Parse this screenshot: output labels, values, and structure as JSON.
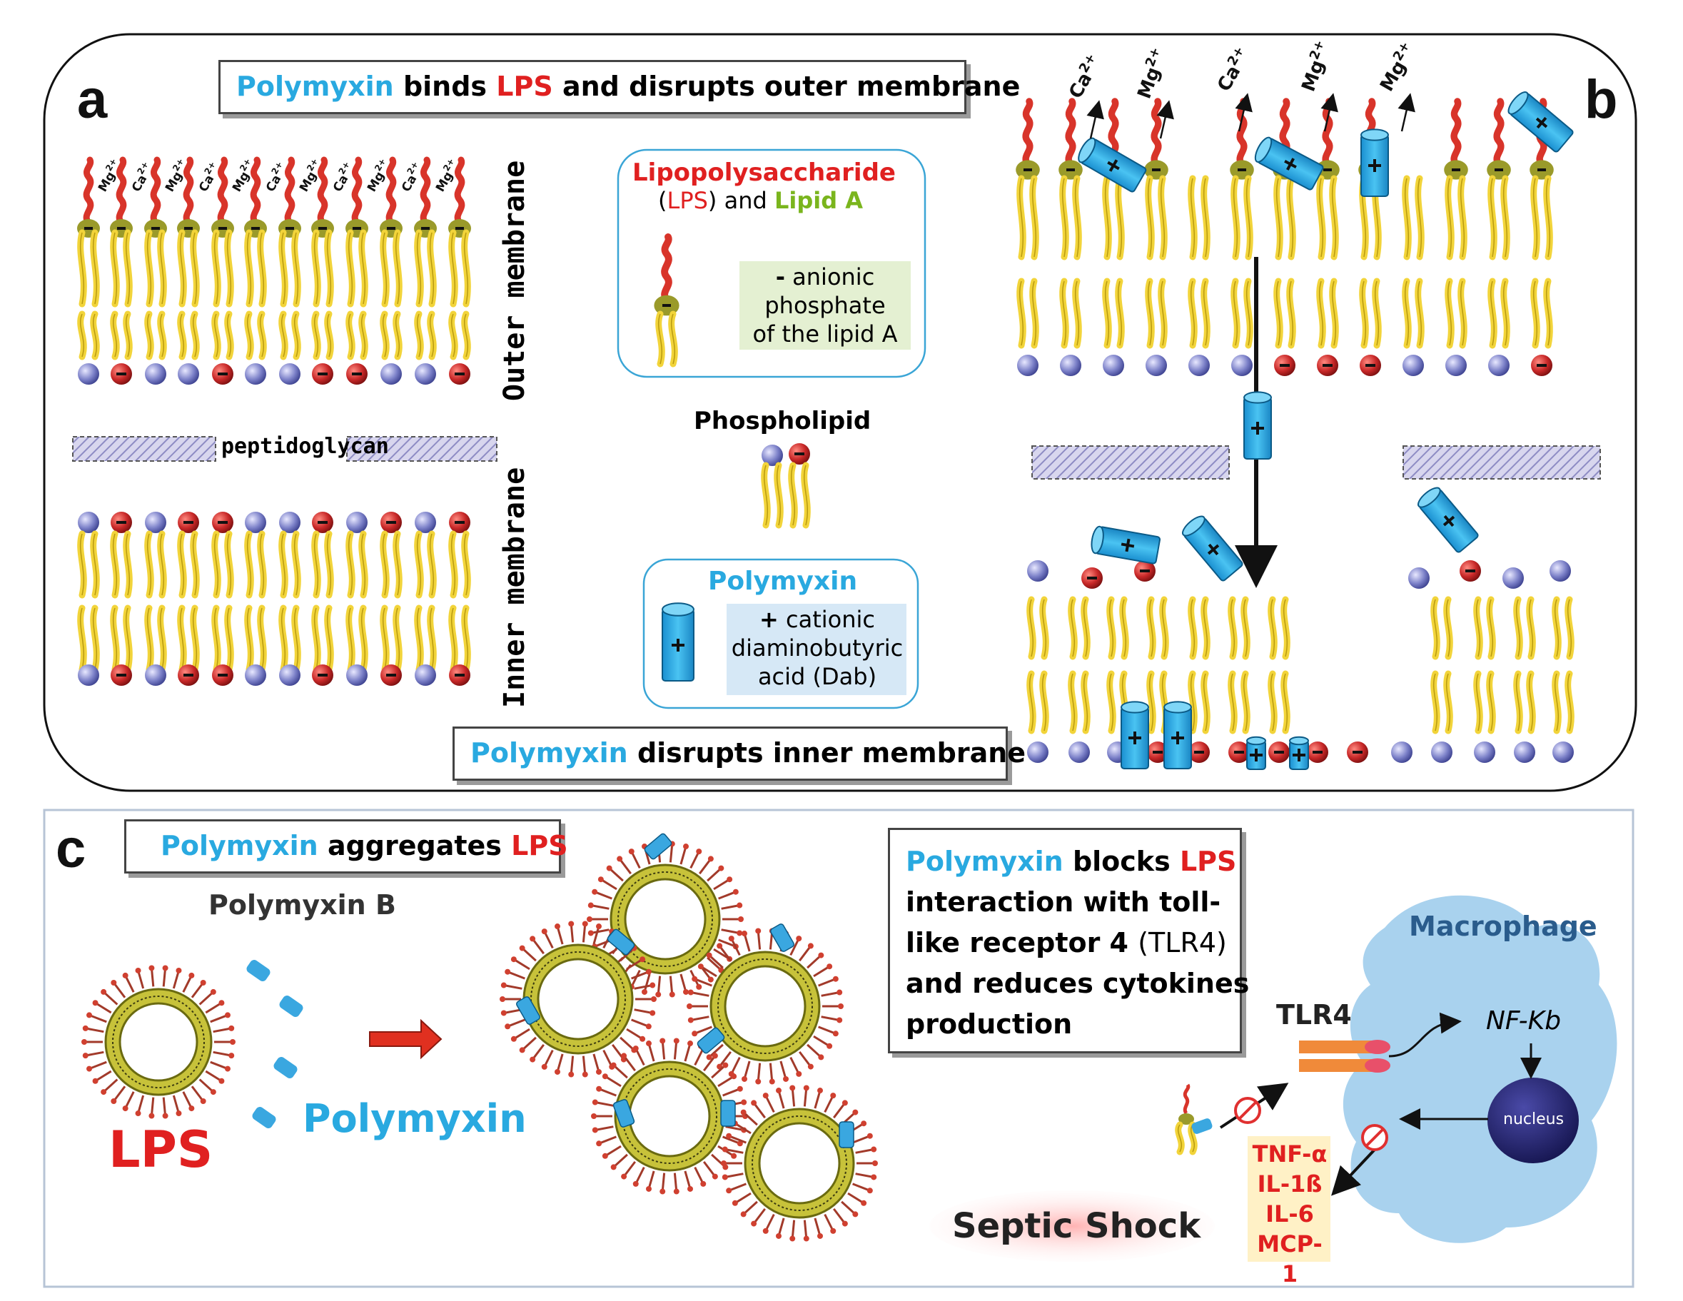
{
  "panel_a": {
    "letter": "a",
    "title_parts": [
      "Polymyxin",
      " binds ",
      "LPS",
      " and disrupts outer membrane"
    ],
    "outer_membrane_label": "Outer membrane",
    "inner_membrane_label": "Inner membrane",
    "peptidoglycan_label": "peptidoglycan",
    "ions": [
      "Mg2+",
      "Ca2+",
      "Mg2+",
      "Ca2+",
      "Mg2+",
      "Ca2+",
      "Mg2+",
      "Ca2+",
      "Mg2+",
      "Ca2+",
      "Mg2+"
    ],
    "ion_label_mg": "Mg",
    "ion_label_ca": "Ca",
    "ion_charge": "2+"
  },
  "legend": {
    "lps_title_line1": "Lipopolysaccharide",
    "lps_title_line2_parts": [
      "(",
      "LPS",
      ") and ",
      "Lipid A"
    ],
    "anionic_sign": "-",
    "anionic_line1": "anionic",
    "anionic_line2": "phosphate",
    "anionic_line3": "of the lipid A",
    "phospholipid_label": "Phospholipid",
    "polymyxin_title": "Polymyxin",
    "cationic_sign": "+",
    "cationic_line1": "cationic",
    "cationic_line2": "diaminobutyric",
    "cationic_line3": "acid (Dab)"
  },
  "panel_b": {
    "letter": "b",
    "bottom_title_parts": [
      "Polymyxin",
      " disrupts inner membrane"
    ],
    "released_ions": [
      "Ca2+",
      "Mg2+",
      "Ca2+",
      "Mg2+",
      "Mg2+"
    ]
  },
  "panel_c": {
    "letter": "c",
    "title_parts": [
      "Polymyxin",
      " aggregates ",
      "LPS"
    ],
    "polymyxin_b_label": "Polymyxin B",
    "lps_label": "LPS",
    "polymyxin_label": "Polymyxin",
    "block_text": {
      "line1_parts": [
        "Polymyxin",
        " blocks ",
        "LPS"
      ],
      "line2": "interaction  with  toll-",
      "line3_parts": [
        "like receptor 4 ",
        "(TLR4)"
      ],
      "line4": "and reduces cytokines",
      "line5": "production"
    },
    "tlr4_label": "TLR4",
    "macrophage_label": "Macrophage",
    "nfkb_label": "NF-Kb",
    "nucleus_label": "nucleus",
    "cytokines": [
      "TNF-α",
      "IL-1ß",
      "IL-6",
      "MCP-1"
    ],
    "septic_shock_label": "Septic Shock"
  },
  "colors": {
    "cyan": "#29a9e0",
    "red": "#e02020",
    "green": "#7ab51d",
    "lipid_yellow": "#f2d43a",
    "head_olive": "#9a9a2a",
    "phospho_blue": "#6f74c4",
    "phospho_red": "#c62a2a",
    "macrophage": "#a9d2ee",
    "nucleus": "#1f1f6b",
    "tlr4": "#f08a3a"
  }
}
